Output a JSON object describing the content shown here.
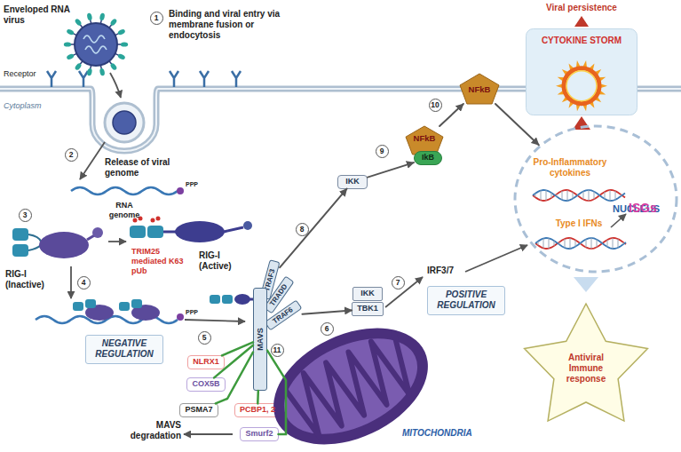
{
  "diagram": {
    "nodes": [
      {
        "text": [
          "CYTOKINE STORM"
        ]
      },
      {
        "text": [
          "NFkB"
        ]
      },
      {
        "text": [
          "IkB"
        ]
      },
      {
        "text": [
          "NFkB"
        ]
      },
      {
        "text": [
          "IKK"
        ]
      },
      {
        "text": [
          "NUCLEUS"
        ]
      },
      {
        "text": [
          "TRAF3"
        ]
      },
      {
        "text": [
          "TRADD"
        ]
      },
      {
        "text": [
          "TRAF6"
        ]
      },
      {
        "text": [
          "MAVS"
        ]
      },
      {
        "text": [
          "IKK"
        ]
      },
      {
        "text": [
          "TBK1"
        ]
      },
      {
        "text": [
          "POSITIVE REGULATION"
        ]
      },
      {
        "text": [
          "NEGATIVE REGULATION"
        ]
      },
      {
        "text": [
          "NLRX1"
        ]
      },
      {
        "text": [
          "COX5B"
        ]
      },
      {
        "text": [
          "PSMA7"
        ]
      },
      {
        "text": [
          "PCBP1, 2"
        ]
      },
      {
        "text": [
          "Smurf2"
        ]
      },
      {
        "text": [
          "MITOCHONDRIA"
        ]
      },
      {
        "text": [
          "Antiviral Immune response"
        ]
      }
    ],
    "edges": [
      {
        "from": 6,
        "to": 4,
        "arrow": "to"
      },
      {
        "from": 8,
        "to": 11,
        "arrow": "to"
      },
      {
        "from": 4,
        "to": 2,
        "arrow": "to"
      },
      {
        "from": 1,
        "to": 3,
        "arrow": "to"
      },
      {
        "from": 3,
        "to": 5,
        "arrow": "to"
      },
      {
        "from": 14,
        "to": 9,
        "arrow": "none"
      },
      {
        "from": 15,
        "to": 9,
        "arrow": "none"
      },
      {
        "from": 16,
        "to": 9,
        "arrow": "none"
      },
      {
        "from": 17,
        "to": 9,
        "arrow": "none"
      },
      {
        "from": 18,
        "to": 9,
        "arrow": "none"
      }
    ],
    "labels": [
      "Enveloped RNA virus",
      "1",
      "Binding and viral entry via membrane fusion or endocytosis",
      "Receptor",
      "Cytoplasm",
      "2",
      "Release of viral genome",
      "PPP",
      "RNA genome",
      "3",
      "RIG-I (Inactive)",
      "TRIM25 mediated K63 pUb",
      "RIG-I (Active)",
      "4",
      "PPP",
      "5",
      "11",
      "MAVS degradation",
      "8",
      "6",
      "9",
      "10",
      "7",
      "IRF3/7",
      "Viral persistence",
      "Pro-Inflammatory cytokines",
      "Type I IFNs",
      "ISGs"
    ]
  }
}
